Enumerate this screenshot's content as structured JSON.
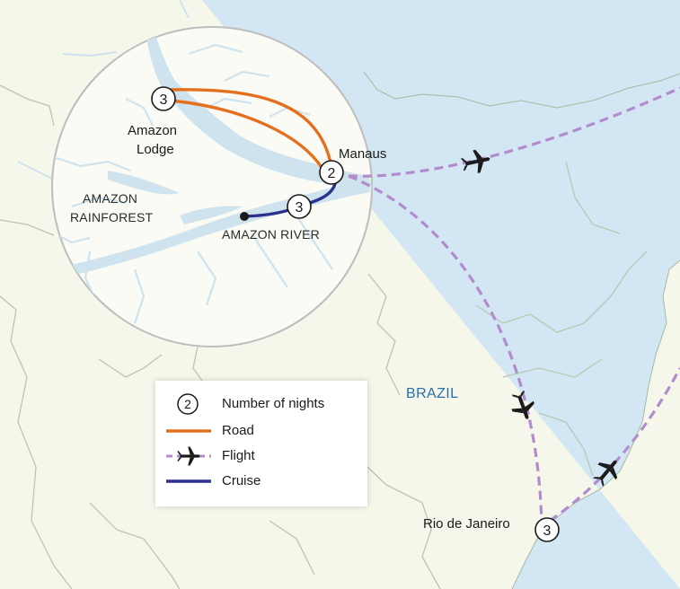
{
  "places": {
    "amazon_lodge": {
      "label_line1": "Amazon",
      "label_line2": "Lodge",
      "nights": "3"
    },
    "manaus": {
      "label": "Manaus",
      "nights": "2"
    },
    "river_cruise": {
      "nights": "3"
    },
    "rio": {
      "label": "Rio de Janeiro",
      "nights": "3"
    }
  },
  "regions": {
    "rainforest_line1": "AMAZON",
    "rainforest_line2": "RAINFOREST",
    "river": "AMAZON RIVER",
    "country": "BRAZIL"
  },
  "legend": {
    "nights_sample": "2",
    "nights_label": "Number of nights",
    "road_label": "Road",
    "flight_label": "Flight",
    "cruise_label": "Cruise"
  },
  "colors": {
    "land": "#f4f7ea",
    "sea": "#d2e7f3",
    "river": "#cfe3ee",
    "border": "#b8c7b2",
    "road": "#e4701e",
    "flight": "#b28ccc",
    "cruise": "#2c318c",
    "country_label": "#2a6fa8",
    "marker_stroke": "#1a1a1a"
  },
  "icons": [
    "airplane-icon",
    "nights-marker-icon",
    "start-point-icon"
  ]
}
